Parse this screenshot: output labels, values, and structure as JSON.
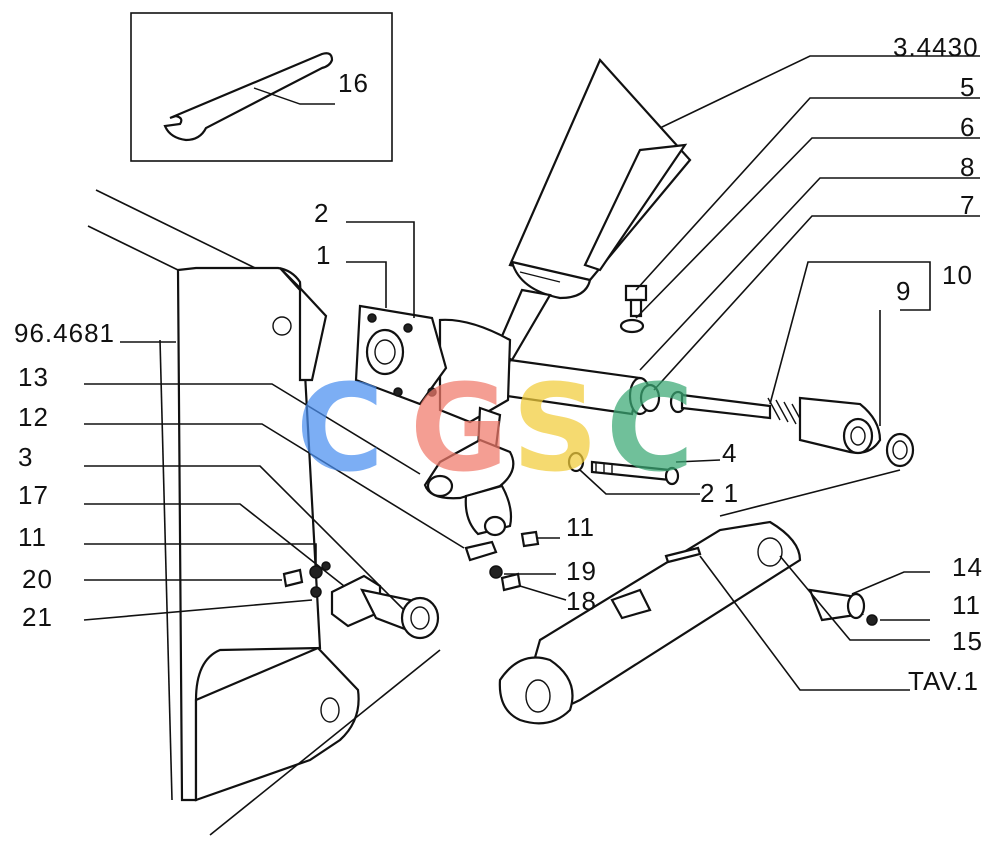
{
  "references": {
    "part_ref": "3.4430",
    "frame_ref": "96.4681",
    "table_ref": "TAV.1"
  },
  "callouts": {
    "p1": "1",
    "p2": "2",
    "p3": "3",
    "p4": "4",
    "p5": "5",
    "p6": "6",
    "p7": "7",
    "p8": "8",
    "p9": "9",
    "p10": "10",
    "p11a": "11",
    "p11b": "11",
    "p11c": "11",
    "p12": "12",
    "p13": "13",
    "p14": "14",
    "p15": "15",
    "p16": "16",
    "p17": "17",
    "p18": "18",
    "p19": "19",
    "p20": "20",
    "p21a": "21",
    "p21b": "2 1"
  },
  "watermark": {
    "letters": [
      "C",
      "G",
      "S",
      "C"
    ],
    "colors": [
      "#4a8ff0",
      "#f07a6a",
      "#f2cc3a",
      "#3aa874"
    ]
  }
}
